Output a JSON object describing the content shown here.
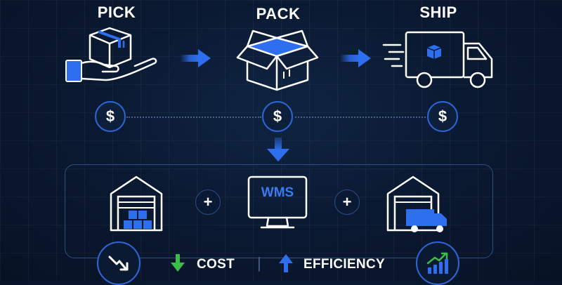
{
  "steps": [
    {
      "title": "PICK",
      "icon": "hand-holding-box-icon"
    },
    {
      "title": "PACK",
      "icon": "open-box-icon"
    },
    {
      "title": "SHIP",
      "icon": "delivery-truck-icon"
    }
  ],
  "currency_symbol": "$",
  "panel": {
    "items": [
      {
        "icon": "warehouse-boxes-icon"
      },
      {
        "icon": "monitor-wms-icon",
        "text": "WMS"
      },
      {
        "icon": "warehouse-truck-icon"
      }
    ],
    "plus": "+"
  },
  "metrics": {
    "cost_label": "COST",
    "efficiency_label": "EFFICIENCY",
    "separator": "|"
  },
  "colors": {
    "background": "#0a1830",
    "accent_blue": "#2f66d9",
    "arrow_blue": "#2e6ff0",
    "green": "#3cbf4a",
    "white": "#ffffff"
  }
}
